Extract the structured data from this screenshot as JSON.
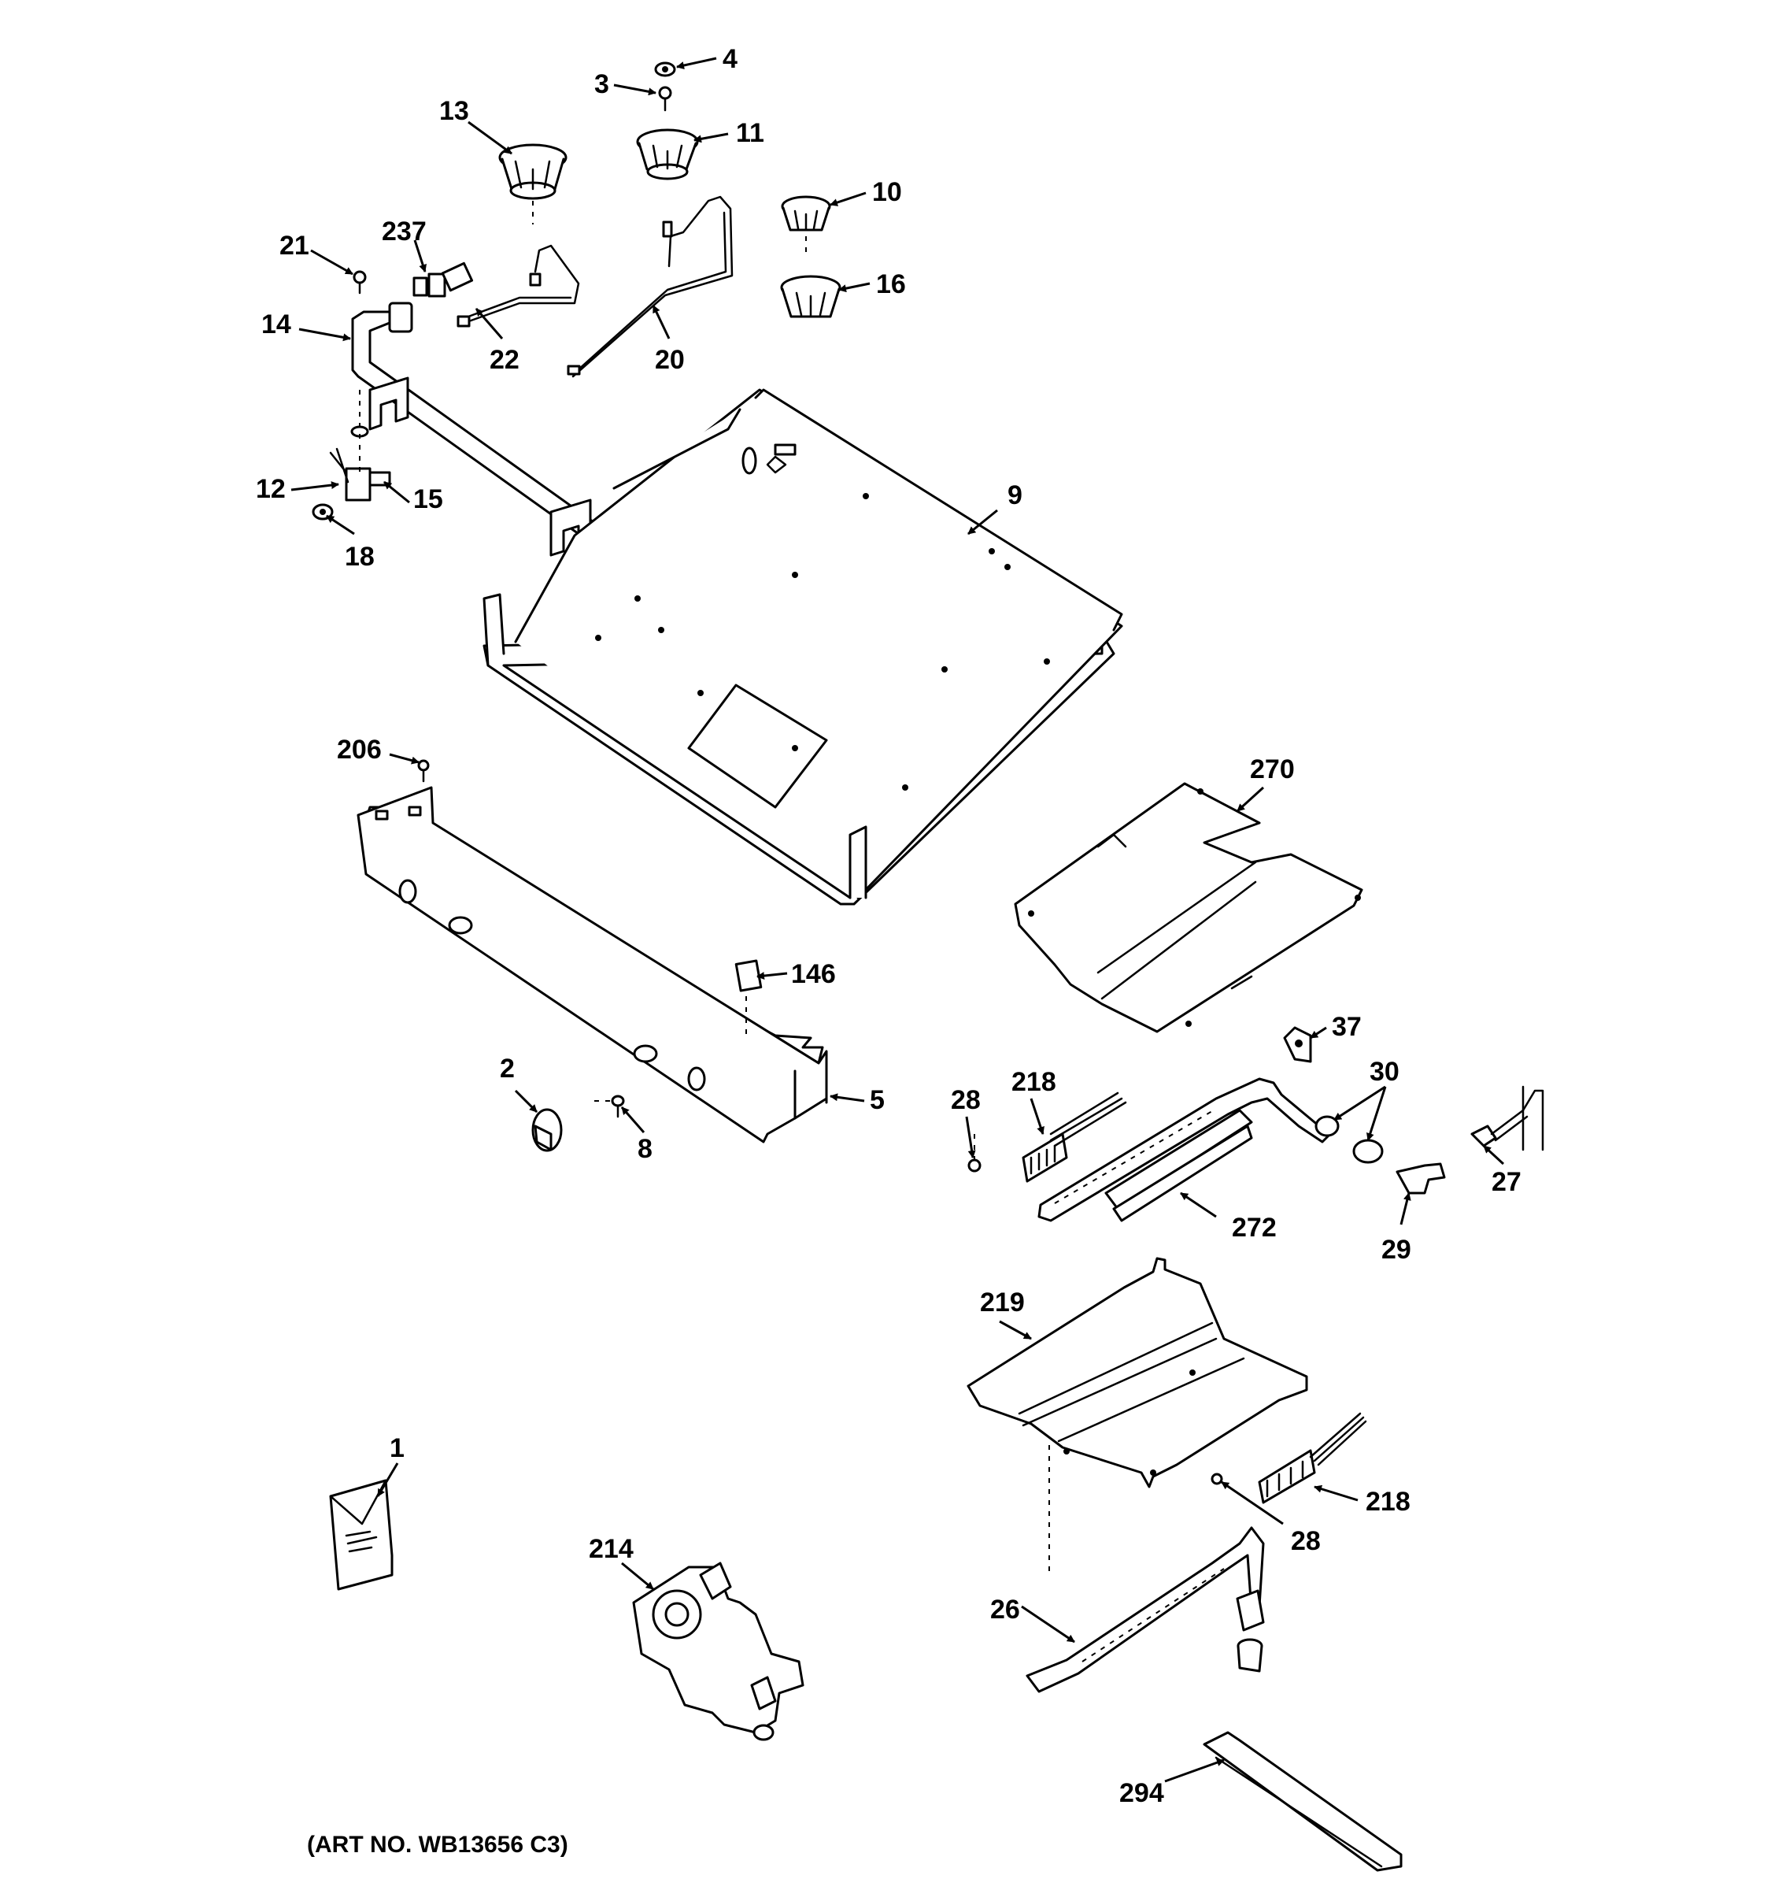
{
  "art_number": "(ART NO. WB13656 C3)",
  "callouts": [
    "1",
    "2",
    "3",
    "4",
    "5",
    "8",
    "9",
    "10",
    "11",
    "12",
    "13",
    "14",
    "15",
    "16",
    "18",
    "20",
    "21",
    "22",
    "26",
    "27",
    "28",
    "28",
    "29",
    "30",
    "37",
    "146",
    "206",
    "214",
    "218",
    "218",
    "219",
    "237",
    "270",
    "272",
    "294"
  ]
}
